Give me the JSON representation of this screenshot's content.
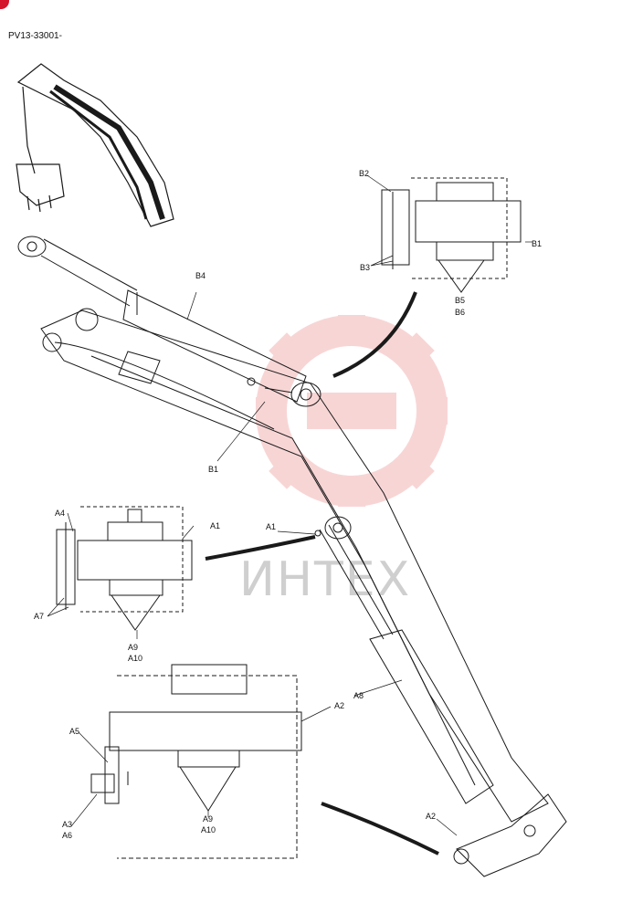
{
  "document": {
    "code": "PV13-33001-"
  },
  "watermark": {
    "text": "ИНТЕХ",
    "color": "#f3b3b3"
  },
  "labels": {
    "b1_top": "B1",
    "b2": "B2",
    "b3": "B3",
    "b4": "B4",
    "b5": "B5",
    "b6": "B6",
    "b1_main": "B1",
    "a1_detail": "A1",
    "a1_main": "A1",
    "a4": "A4",
    "a7": "A7",
    "a9_upper": "A9",
    "a10_upper": "A10",
    "a8": "A8",
    "a2_detail": "A2",
    "a5": "A5",
    "a3": "A3",
    "a6": "A6",
    "a9_lower": "A9",
    "a10_lower": "A10",
    "a2_main": "A2"
  },
  "colors": {
    "line": "#1a1a1a",
    "accent": "#d3142a"
  }
}
